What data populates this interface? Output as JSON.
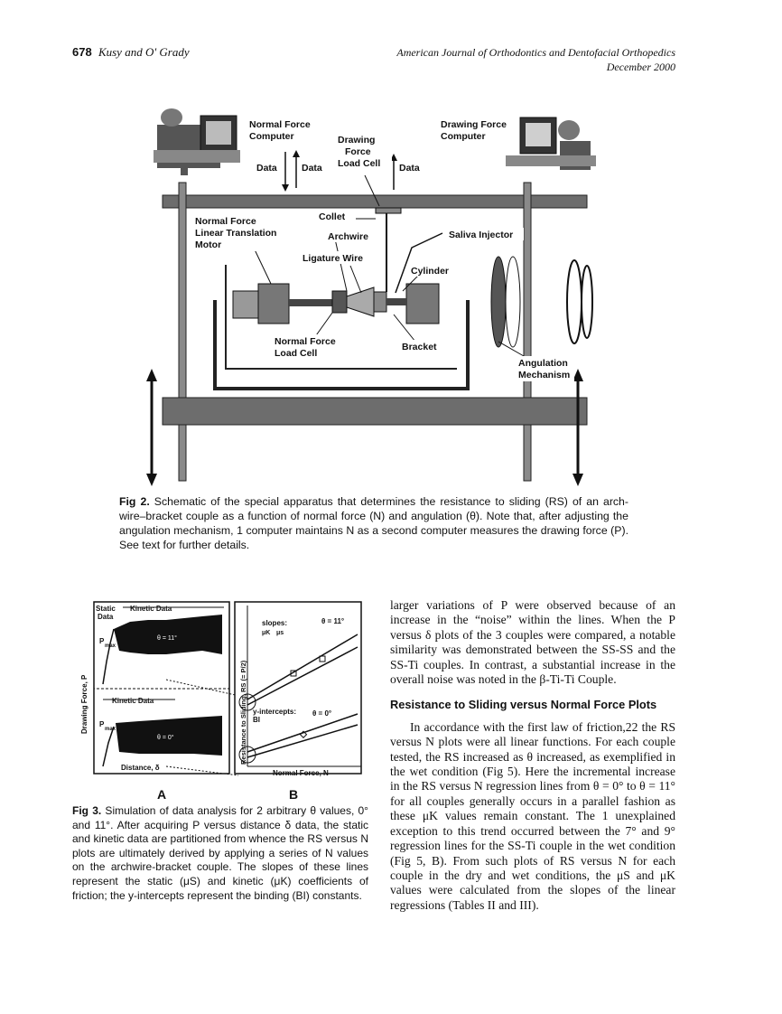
{
  "header": {
    "page_number": "678",
    "authors": "Kusy and O' Grady",
    "journal": "American Journal of Orthodontics and Dentofacial Orthopedics",
    "date": "December 2000"
  },
  "fig2": {
    "labels": {
      "normal_force_computer": [
        "Normal Force",
        "Computer"
      ],
      "drawing_force_load_cell": [
        "Drawing",
        "Force",
        "Load Cell"
      ],
      "drawing_force_computer": [
        "Drawing Force",
        "Computer"
      ],
      "data": "Data",
      "collet": "Collet",
      "motor": [
        "Normal Force",
        "Linear Translation",
        "Motor"
      ],
      "archwire": "Archwire",
      "saliva_injector": "Saliva Injector",
      "ligature_wire": "Ligature Wire",
      "cylinder": "Cylinder",
      "normal_force_load_cell": [
        "Normal Force",
        "Load Cell"
      ],
      "bracket": "Bracket",
      "angulation_mechanism": [
        "Angulation",
        "Mechanism"
      ]
    },
    "caption_label": "Fig 2.",
    "caption_text": " Schematic of the special apparatus that determines the resistance to sliding (RS) of an arch-wire–bracket couple as a function of normal force (N) and angulation (θ). Note that, after adjusting the angulation mechanism, 1 computer maintains N as a second computer measures the drawing force (P). See text for further details."
  },
  "fig3": {
    "panel_a": {
      "static_data": [
        "Static",
        "Data"
      ],
      "kinetic_data_top": "Kinetic Data",
      "kinetic_data_bottom": "Kinetic Data",
      "pmax": "P",
      "pmax_sub": "max",
      "theta_top": "θ = 11°",
      "theta_bottom": "θ = 0°",
      "ylabel": "Drawing Force, P",
      "xlabel": "Distance, δ",
      "panel_letter": "A"
    },
    "panel_b": {
      "slopes": "slopes:",
      "mu_k": "μK",
      "mu_s": "μs",
      "theta_top": "θ = 11°",
      "intercepts": "y-intercepts:",
      "bi": "BI",
      "theta_bottom": "θ = 0°",
      "ylabel": "Resistance to Sliding, RS (= P/2)",
      "xlabel": "Normal Force, N",
      "panel_letter": "B"
    },
    "caption_label": "Fig 3.",
    "caption_text": " Simulation of data analysis for 2 arbitrary θ values, 0° and 11°. After acquiring P versus distance δ data, the static and kinetic data are partitioned from whence the RS versus N plots are ultimately derived by applying a series of N values on the archwire-bracket couple. The slopes of these lines represent the static (μS) and kinetic (μK) coefficients of friction; the y-intercepts represent the binding (BI) constants."
  },
  "body": {
    "para1": "larger variations of P were observed because of an increase in the “noise” within the lines. When the P versus δ plots of the 3 couples were compared, a notable similarity was demonstrated between the SS-SS and the SS-Ti couples. In contrast, a substantial increase in the overall noise was noted in the β-Ti-Ti Couple.",
    "heading": "Resistance to Sliding versus Normal Force Plots",
    "para2": "In accordance with the first law of friction,22 the RS versus N plots were all linear functions. For each couple tested, the RS increased as θ increased, as exemplified in the wet condition (Fig 5). Here the incremental increase in the RS versus N regression lines from θ = 0° to θ = 11° for all couples generally occurs in a parallel fashion as these μK values remain constant. The 1 unexplained exception to this trend occurred between the 7° and 9° regression lines for the SS-Ti couple in the wet condition (Fig 5, B). From such plots of RS versus N for each couple in the dry and wet conditions, the μS and μK values were calculated from the slopes of the linear regressions (Tables II and III)."
  }
}
